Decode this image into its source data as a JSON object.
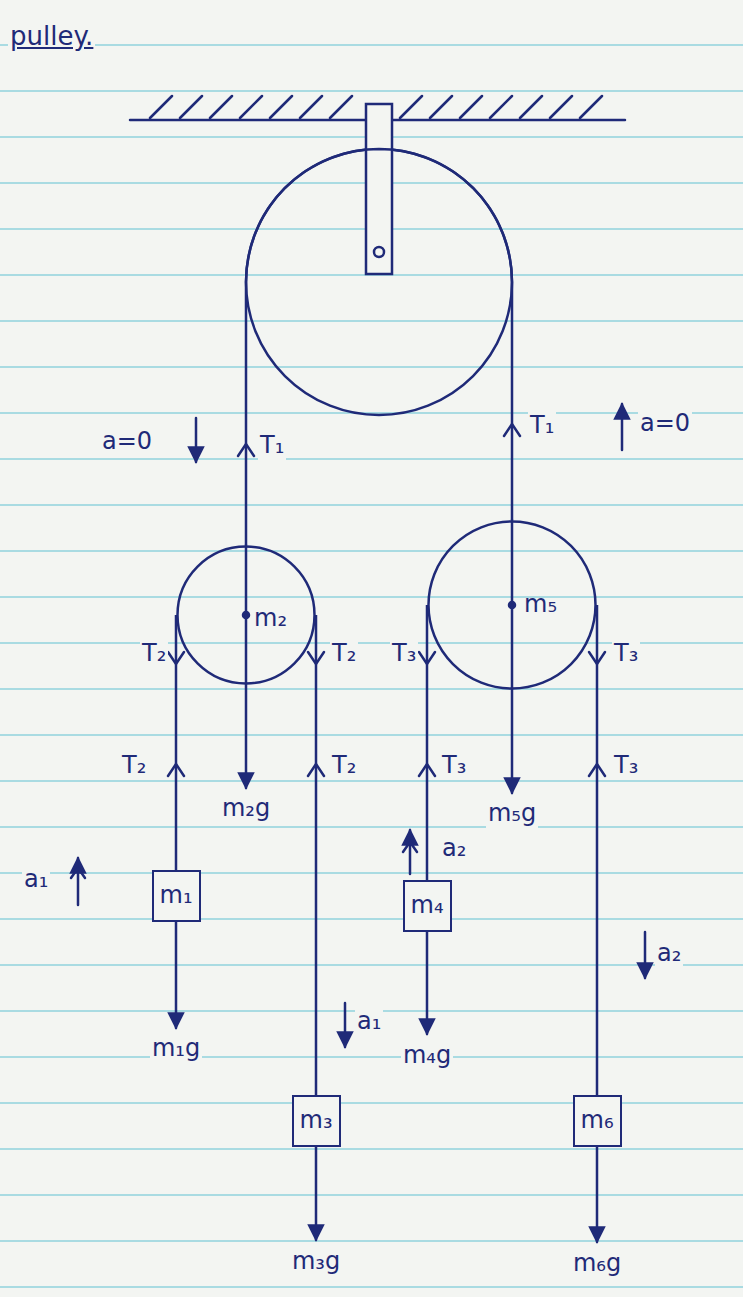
{
  "diagram": {
    "nodes": [
      {
        "text": [
          "m₂"
        ]
      },
      {
        "text": [
          "m₅"
        ]
      },
      {
        "text": [
          "m₁"
        ]
      },
      {
        "text": [
          "m₄"
        ]
      },
      {
        "text": [
          "m₃"
        ]
      },
      {
        "text": [
          "m₆"
        ]
      }
    ],
    "edges": [
      {
        "from": 0,
        "to": 1,
        "arrow": "none"
      },
      {
        "from": 0,
        "to": 2,
        "arrow": "none"
      },
      {
        "from": 0,
        "to": 4,
        "arrow": "none"
      },
      {
        "from": 1,
        "to": 3,
        "arrow": "none"
      },
      {
        "from": 1,
        "to": 5,
        "arrow": "none"
      }
    ],
    "labels": [
      "pulley.",
      "a=0",
      "T₁",
      "T₁",
      "a=0",
      "T₂",
      "T₂",
      "T₂",
      "T₂",
      "m₂g",
      "a₁",
      "m₁g",
      "a₁",
      "m₃g",
      "T₃",
      "T₃",
      "T₃",
      "T₃",
      "m₅g",
      "a₂",
      "m₄g",
      "a₂",
      "m₆g"
    ]
  }
}
